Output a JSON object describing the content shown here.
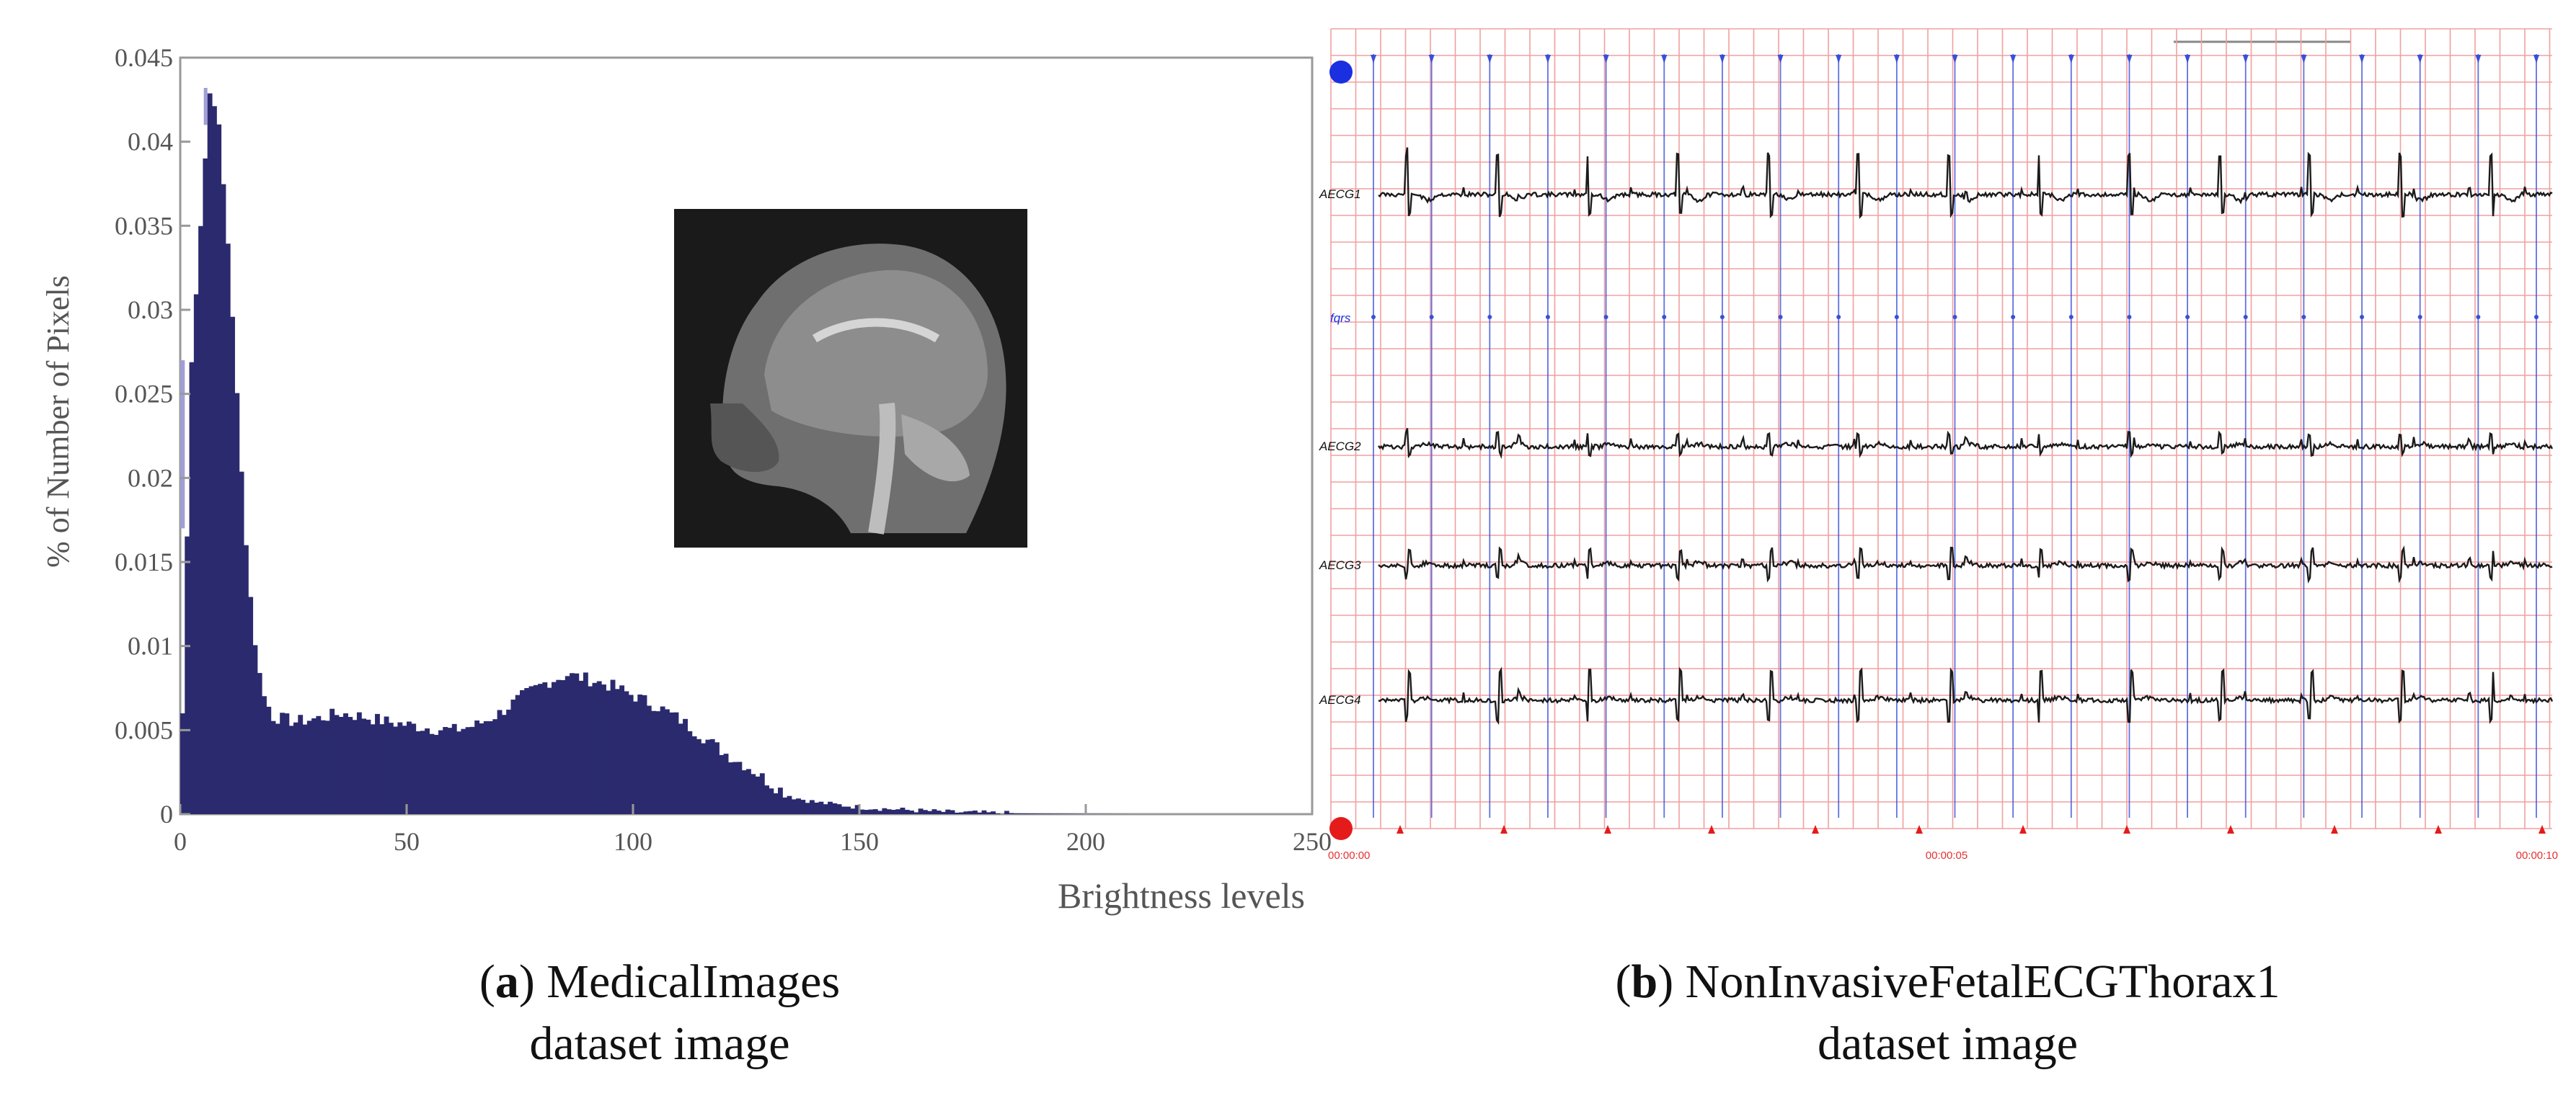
{
  "chart_data": [
    {
      "type": "bar",
      "subtype": "histogram",
      "xlabel": "Brightness levels",
      "ylabel": "% of Number of Pixels",
      "xlim": [
        0,
        250
      ],
      "ylim": [
        0,
        0.045
      ],
      "xticks": [
        "0",
        "50",
        "100",
        "150",
        "200",
        "250"
      ],
      "yticks": [
        "0",
        "0.005",
        "0.01",
        "0.015",
        "0.02",
        "0.025",
        "0.03",
        "0.035",
        "0.04",
        "0.045"
      ],
      "grid": false,
      "bar_color": "#2b2a6e",
      "inset": "sagittal head MRI scan",
      "x": [
        0,
        2,
        4,
        6,
        8,
        10,
        12,
        14,
        16,
        18,
        20,
        25,
        30,
        35,
        40,
        45,
        50,
        55,
        60,
        65,
        70,
        75,
        80,
        85,
        90,
        95,
        100,
        105,
        110,
        115,
        120,
        125,
        130,
        135,
        140,
        150,
        160,
        170,
        180,
        190,
        200,
        210
      ],
      "values": [
        0.006,
        0.027,
        0.035,
        0.043,
        0.041,
        0.034,
        0.025,
        0.016,
        0.01,
        0.007,
        0.0058,
        0.0055,
        0.0057,
        0.006,
        0.0058,
        0.0055,
        0.0053,
        0.0051,
        0.005,
        0.0053,
        0.006,
        0.007,
        0.0078,
        0.0083,
        0.008,
        0.0076,
        0.007,
        0.0064,
        0.0056,
        0.0046,
        0.0036,
        0.0028,
        0.0018,
        0.001,
        0.0007,
        0.0004,
        0.00025,
        0.00012,
        6e-05,
        3e-05,
        1e-05,
        0
      ]
    },
    {
      "type": "line",
      "subtype": "ecg-strip",
      "grid": true,
      "grid_color": "#f0a0a0",
      "marker_color": "#3a4fd8",
      "series": [
        {
          "name": "AECG1",
          "pattern": "maternal-negative"
        },
        {
          "name": "AECG2",
          "pattern": "low-noise"
        },
        {
          "name": "AECG3",
          "pattern": "maternal-positive"
        },
        {
          "name": "AECG4",
          "pattern": "maternal-positive-strong"
        }
      ],
      "annotation_track": "fqrs",
      "time_labels": [
        "00:00:00",
        "00:00:05",
        "00:00:10"
      ],
      "time_range": [
        0,
        10
      ]
    }
  ],
  "captions": {
    "a": {
      "label": "a",
      "line1_rest": ") MedicalImages",
      "line2": "dataset image"
    },
    "b": {
      "label": "b",
      "line1_rest": ") NonInvasiveFetalECGThorax1",
      "line2": "dataset image"
    }
  }
}
